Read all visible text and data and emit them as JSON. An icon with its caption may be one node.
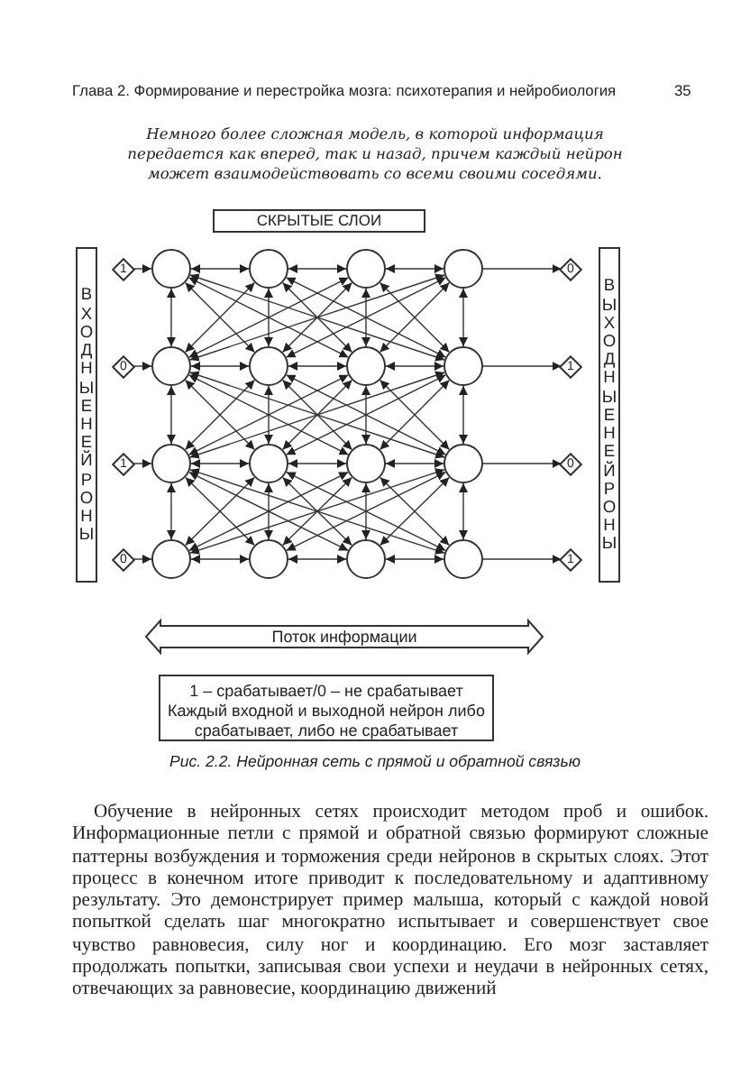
{
  "diagram": {
    "caption": "Рис. 2.2. Нейронная сеть с прямой и обратной связью",
    "nodes": [
      {
        "text": [
          "СКРЫТЫЕ СЛОИ"
        ]
      },
      {
        "text": [
          "ВХОДНЫЕ НЕЙРОНЫ"
        ]
      },
      {
        "text": [
          "ВЫХОДНЫЕ НЕЙРОНЫ"
        ]
      },
      {
        "text": [
          "1"
        ]
      },
      {
        "text": [],
        "shape": "circle"
      },
      {
        "text": [],
        "shape": "circle"
      },
      {
        "text": [],
        "shape": "circle"
      },
      {
        "text": [],
        "shape": "circle"
      },
      {
        "text": [
          "0"
        ]
      },
      {
        "text": [
          "0"
        ]
      },
      {
        "text": [],
        "shape": "circle"
      },
      {
        "text": [],
        "shape": "circle"
      },
      {
        "text": [],
        "shape": "circle"
      },
      {
        "text": [],
        "shape": "circle"
      },
      {
        "text": [
          "1"
        ]
      },
      {
        "text": [
          "1"
        ]
      },
      {
        "text": [],
        "shape": "circle"
      },
      {
        "text": [],
        "shape": "circle"
      },
      {
        "text": [],
        "shape": "circle"
      },
      {
        "text": [],
        "shape": "circle"
      },
      {
        "text": [
          "0"
        ]
      },
      {
        "text": [
          "0"
        ]
      },
      {
        "text": [],
        "shape": "circle"
      },
      {
        "text": [],
        "shape": "circle"
      },
      {
        "text": [],
        "shape": "circle"
      },
      {
        "text": [],
        "shape": "circle"
      },
      {
        "text": [
          "1"
        ]
      },
      {
        "text": [
          "Поток информации"
        ]
      },
      {
        "text": [
          "1 – срабатывает/0 – не срабатывает",
          "Каждый входной и выходной нейрон либо срабатывает, либо не срабатывает"
        ]
      }
    ],
    "edges": [
      {
        "from": 3,
        "to": 4,
        "arrow": "to"
      },
      {
        "from": 7,
        "to": 8,
        "arrow": "to"
      },
      {
        "from": 9,
        "to": 10,
        "arrow": "to"
      },
      {
        "from": 13,
        "to": 14,
        "arrow": "to"
      },
      {
        "from": 15,
        "to": 16,
        "arrow": "to"
      },
      {
        "from": 19,
        "to": 20,
        "arrow": "to"
      },
      {
        "from": 21,
        "to": 22,
        "arrow": "to"
      },
      {
        "from": 25,
        "to": 26,
        "arrow": "to"
      },
      {
        "from": 4,
        "to": 5,
        "arrow": "both"
      },
      {
        "from": 5,
        "to": 6,
        "arrow": "both"
      },
      {
        "from": 6,
        "to": 7,
        "arrow": "both"
      },
      {
        "from": 10,
        "to": 11,
        "arrow": "both"
      },
      {
        "from": 11,
        "to": 12,
        "arrow": "both"
      },
      {
        "from": 12,
        "to": 13,
        "arrow": "both"
      },
      {
        "from": 16,
        "to": 17,
        "arrow": "both"
      },
      {
        "from": 17,
        "to": 18,
        "arrow": "both"
      },
      {
        "from": 18,
        "to": 19,
        "arrow": "both"
      },
      {
        "from": 22,
        "to": 23,
        "arrow": "both"
      },
      {
        "from": 23,
        "to": 24,
        "arrow": "both"
      },
      {
        "from": 24,
        "to": 25,
        "arrow": "both"
      },
      {
        "from": 4,
        "to": 10,
        "arrow": "both"
      },
      {
        "from": 5,
        "to": 11,
        "arrow": "both"
      },
      {
        "from": 6,
        "to": 12,
        "arrow": "both"
      },
      {
        "from": 7,
        "to": 13,
        "arrow": "both"
      },
      {
        "from": 10,
        "to": 16,
        "arrow": "both"
      },
      {
        "from": 11,
        "to": 17,
        "arrow": "both"
      },
      {
        "from": 12,
        "to": 18,
        "arrow": "both"
      },
      {
        "from": 13,
        "to": 19,
        "arrow": "both"
      },
      {
        "from": 16,
        "to": 22,
        "arrow": "both"
      },
      {
        "from": 17,
        "to": 23,
        "arrow": "both"
      },
      {
        "from": 18,
        "to": 24,
        "arrow": "both"
      },
      {
        "from": 19,
        "to": 25,
        "arrow": "both"
      },
      {
        "from": 4,
        "to": 11,
        "arrow": "both"
      },
      {
        "from": 4,
        "to": 12,
        "arrow": "both"
      },
      {
        "from": 4,
        "to": 13,
        "arrow": "both"
      },
      {
        "from": 5,
        "to": 10,
        "arrow": "both"
      },
      {
        "from": 5,
        "to": 12,
        "arrow": "both"
      },
      {
        "from": 5,
        "to": 13,
        "arrow": "both"
      },
      {
        "from": 6,
        "to": 10,
        "arrow": "both"
      },
      {
        "from": 6,
        "to": 11,
        "arrow": "both"
      },
      {
        "from": 6,
        "to": 13,
        "arrow": "both"
      },
      {
        "from": 7,
        "to": 10,
        "arrow": "both"
      },
      {
        "from": 7,
        "to": 11,
        "arrow": "both"
      },
      {
        "from": 7,
        "to": 12,
        "arrow": "both"
      },
      {
        "from": 10,
        "to": 17,
        "arrow": "both"
      },
      {
        "from": 10,
        "to": 18,
        "arrow": "both"
      },
      {
        "from": 10,
        "to": 19,
        "arrow": "both"
      },
      {
        "from": 11,
        "to": 16,
        "arrow": "both"
      },
      {
        "from": 11,
        "to": 18,
        "arrow": "both"
      },
      {
        "from": 11,
        "to": 19,
        "arrow": "both"
      },
      {
        "from": 12,
        "to": 16,
        "arrow": "both"
      },
      {
        "from": 12,
        "to": 17,
        "arrow": "both"
      },
      {
        "from": 12,
        "to": 19,
        "arrow": "both"
      },
      {
        "from": 13,
        "to": 16,
        "arrow": "both"
      },
      {
        "from": 13,
        "to": 17,
        "arrow": "both"
      },
      {
        "from": 13,
        "to": 18,
        "arrow": "both"
      },
      {
        "from": 16,
        "to": 23,
        "arrow": "both"
      },
      {
        "from": 16,
        "to": 24,
        "arrow": "both"
      },
      {
        "from": 16,
        "to": 25,
        "arrow": "both"
      },
      {
        "from": 17,
        "to": 22,
        "arrow": "both"
      },
      {
        "from": 17,
        "to": 24,
        "arrow": "both"
      },
      {
        "from": 17,
        "to": 25,
        "arrow": "both"
      },
      {
        "from": 18,
        "to": 22,
        "arrow": "both"
      },
      {
        "from": 18,
        "to": 23,
        "arrow": "both"
      },
      {
        "from": 18,
        "to": 25,
        "arrow": "both"
      },
      {
        "from": 19,
        "to": 22,
        "arrow": "both"
      },
      {
        "from": 19,
        "to": 23,
        "arrow": "both"
      },
      {
        "from": 19,
        "to": 24,
        "arrow": "both"
      }
    ],
    "labels": [
      "Глава 2. Формирование и перестройка мозга: психотерапия и нейробиология",
      "35",
      "Немного более сложная модель, в которой информация передается как вперед, так и назад, причем каждый нейрон может взаимодействовать со всеми своими соседями.",
      "Обучение в нейронных сетях происходит методом проб и ошибок. Информационные петли с прямой и обратной связью формируют сложные паттерны возбуждения и торможения среди нейронов в скрытых слоях. Этот процесс в конечном итоге приводит к последовательному и адаптивному результату. Это демонстрирует пример малыша, который с каждой новой попыткой сделать шаг многократно испытывает и совершенствует свое чувство равновесия, силу ног и координацию. Его мозг заставляет продолжать попытки, записывая свои успехи и неудачи в нейронных сетях, отвечающих за равновесие, координацию движений"
    ]
  }
}
